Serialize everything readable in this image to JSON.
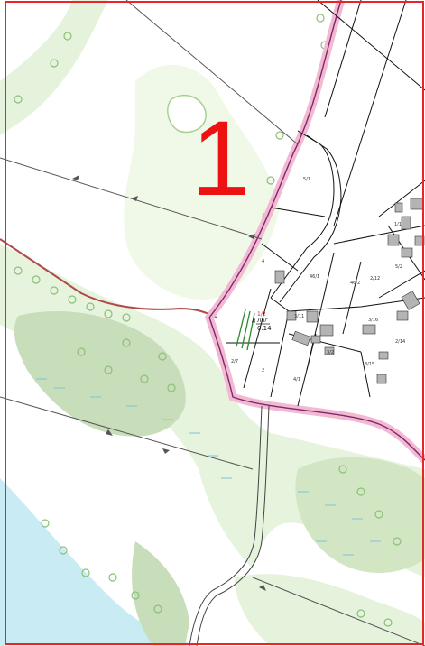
{
  "sheet": {
    "number": "1",
    "highlight_plot": {
      "label": "1/2",
      "code": "д",
      "area_label": "Лuг",
      "area": "0.14"
    }
  },
  "plots": {
    "p1": "5/1",
    "p2": "4",
    "p3": "46/1",
    "p4": "46/2",
    "p5": "5/2",
    "p6": "2/12",
    "p7": "3/11",
    "p8": "3/15",
    "p9": "2/7",
    "p10": "4/1",
    "p11": "1/1",
    "p12": "2",
    "p13": "3/16",
    "p14": "2/14",
    "p15": "3/2"
  },
  "colors": {
    "frame": "#e8262a",
    "water": "#c9ecf4",
    "meadow": "#e5f3dc",
    "forest": "#c8ddb9",
    "boundary": "#7a2a6a",
    "boundary_glow": "#f3b9d2",
    "river_line": "#b04a4a",
    "building": "#b4b4b4",
    "highlight": "#2b8a2b",
    "label_red": "#ee1111"
  }
}
